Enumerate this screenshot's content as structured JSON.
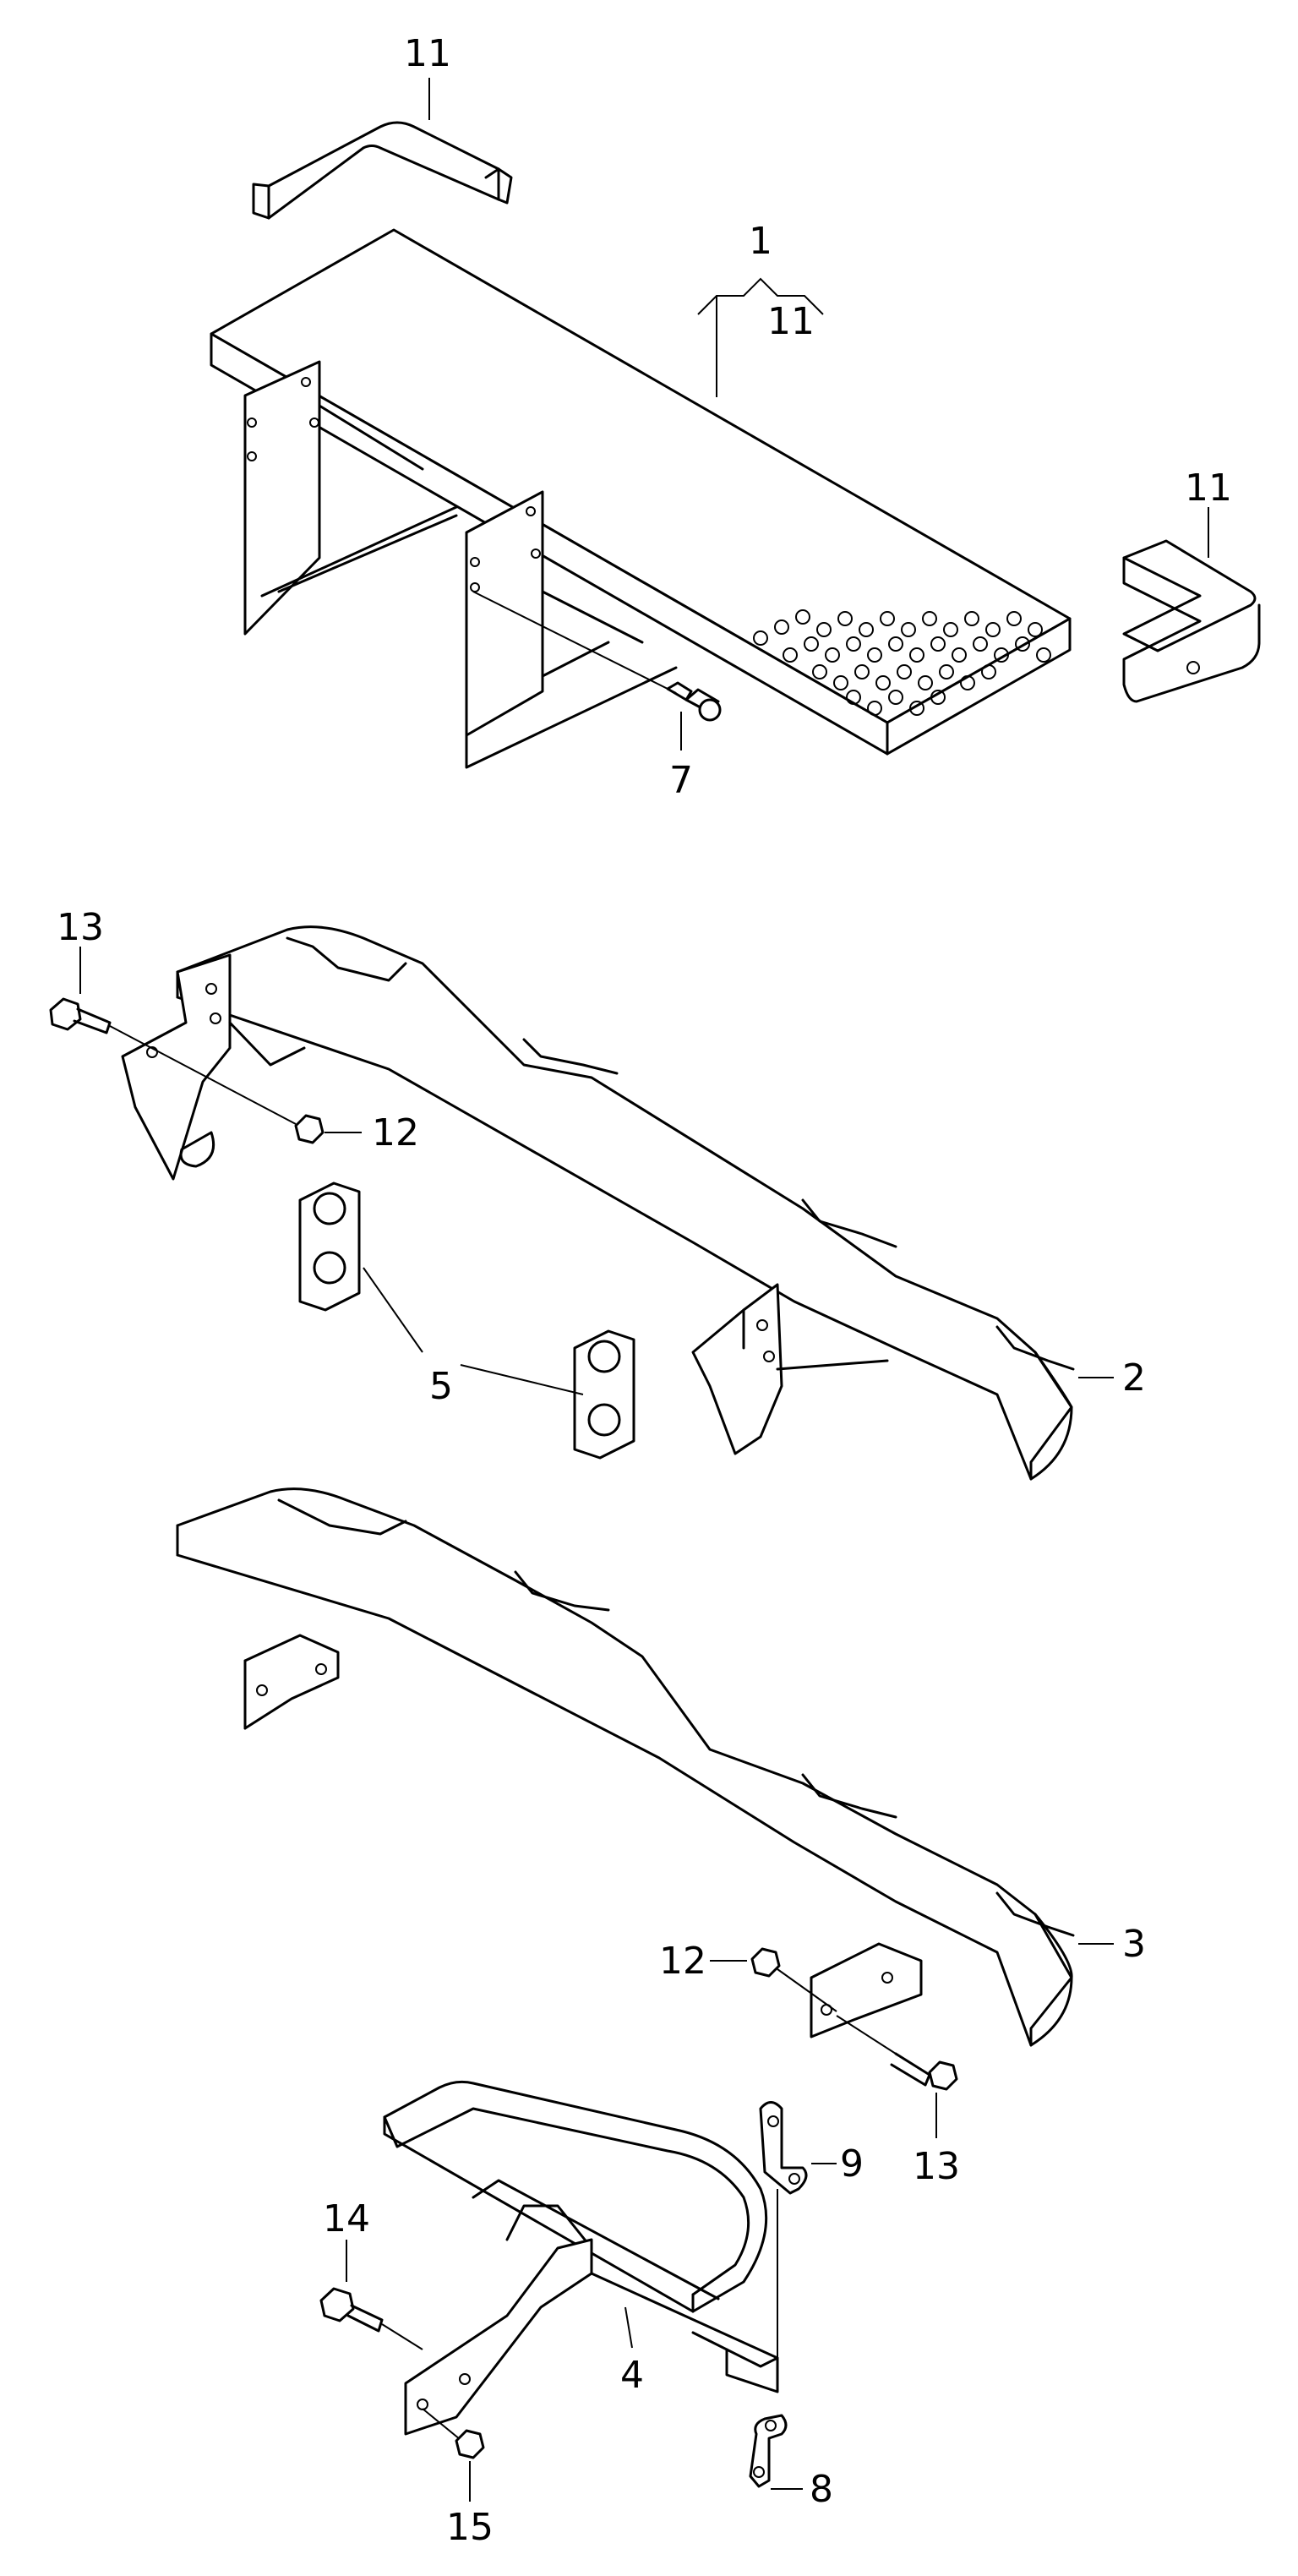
{
  "labels": {
    "p1": "1",
    "p2": "2",
    "p3": "3",
    "p4": "4",
    "p5": "5",
    "p7": "7",
    "p8": "8",
    "p9": "9",
    "p11": "11",
    "p12": "12",
    "p13": "13",
    "p14": "14",
    "p15": "15"
  }
}
